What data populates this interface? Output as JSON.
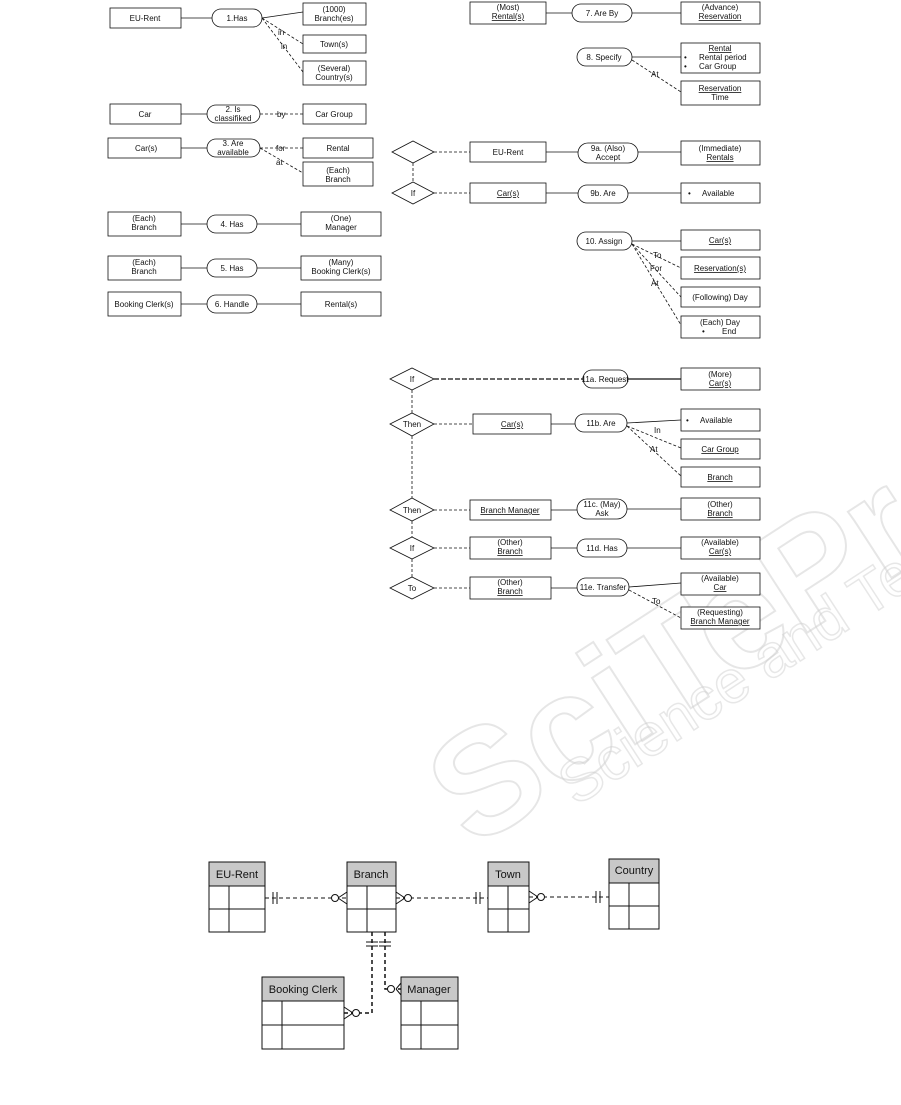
{
  "diagram": {
    "statements": {
      "s1": {
        "subject": "EU-Rent",
        "verb": "1.Has",
        "obj_branch_l1": "(1000)",
        "obj_branch_l2": "Branch(es)",
        "obj_town": "Town(s)",
        "obj_country_l1": "(Several)",
        "obj_country_l2": "Country(s)",
        "role_in_1": "in",
        "role_in_2": "in"
      },
      "s2": {
        "subject": "Car",
        "verb_l1": "2. Is",
        "verb_l2": "classifiked",
        "role": "by",
        "object": "Car Group"
      },
      "s3": {
        "subject": "Car(s)",
        "verb_l1": "3. Are",
        "verb_l2": "available",
        "role_for": "for",
        "role_at": "at",
        "obj_rental": "Rental",
        "obj_branch_l1": "(Each)",
        "obj_branch_l2": "Branch"
      },
      "s4": {
        "subject_l1": "(Each)",
        "subject_l2": "Branch",
        "verb": "4. Has",
        "object_l1": "(One)",
        "object_l2": "Manager"
      },
      "s5": {
        "subject_l1": "(Each)",
        "subject_l2": "Branch",
        "verb": "5. Has",
        "object_l1": "(Many)",
        "object_l2": "Booking Clerk(s)"
      },
      "s6": {
        "subject": "Booking Clerk(s)",
        "verb": "6. Handle",
        "object": "Rental(s)"
      },
      "s7": {
        "subject_l1": "(Most)",
        "subject_l2": "Rental(s)",
        "verb": "7. Are By",
        "object_l1": "(Advance)",
        "object_l2": "Reservation"
      },
      "s8": {
        "verb": "8. Specify",
        "obj_title": "Rental",
        "obj_bullet_1": "Rental period",
        "obj_bullet_2": "Car Group",
        "role_at": "At",
        "obj2_l1": "Reservation",
        "obj2_l2": "Time"
      },
      "s9": {
        "if": "If",
        "a_subject": "EU-Rent",
        "a_verb_l1": "9a. (Also)",
        "a_verb_l2": "Accept",
        "a_object_l1": "(Immediate)",
        "a_object_l2": "Rentals",
        "b_subject": "Car(s)",
        "b_verb": "9b. Are",
        "b_object": "Available"
      },
      "s10": {
        "verb": "10. Assign",
        "obj_cars": "Car(s)",
        "obj_res": "Reservation(s)",
        "obj_day_l1": "(Following) Day",
        "obj_end_l1": "(Each) Day",
        "obj_end_l2": "End",
        "role_to": "To",
        "role_for": "For",
        "role_at": "At"
      },
      "s11": {
        "if_1": "If",
        "then_1": "Then",
        "then_2": "Then",
        "if_2": "If",
        "to": "To",
        "a_verb": "11a. Request",
        "a_object_l1": "(More)",
        "a_object_l2": "Car(s)",
        "b_subject": "Car(s)",
        "b_verb": "11b. Are",
        "b_obj_available": "Available",
        "b_obj_cargroup": "Car Group",
        "b_obj_branch": "Branch",
        "b_role_in": "In",
        "b_role_at": "At",
        "c_subject": "Branch Manager",
        "c_verb_l1": "11c. (May)",
        "c_verb_l2": "Ask",
        "c_object_l1": "(Other)",
        "c_object_l2": "Branch",
        "d_subject_l1": "(Other)",
        "d_subject_l2": "Branch",
        "d_verb": "11d. Has",
        "d_object_l1": "(Available)",
        "d_object_l2": "Car(s)",
        "e_subject_l1": "(Other)",
        "e_subject_l2": "Branch",
        "e_verb": "11e. Transfer",
        "e_object_l1": "(Available)",
        "e_object_l2": "Car",
        "e_role_to": "To",
        "e_obj2_l1": "(Requesting)",
        "e_obj2_l2": "Branch Manager"
      }
    },
    "erd": {
      "eurent": "EU-Rent",
      "branch": "Branch",
      "town": "Town",
      "country": "Country",
      "booking_clerk": "Booking Clerk",
      "manager": "Manager"
    },
    "colors": {
      "line": "#111111",
      "table_header": "#c8c8c8"
    }
  }
}
